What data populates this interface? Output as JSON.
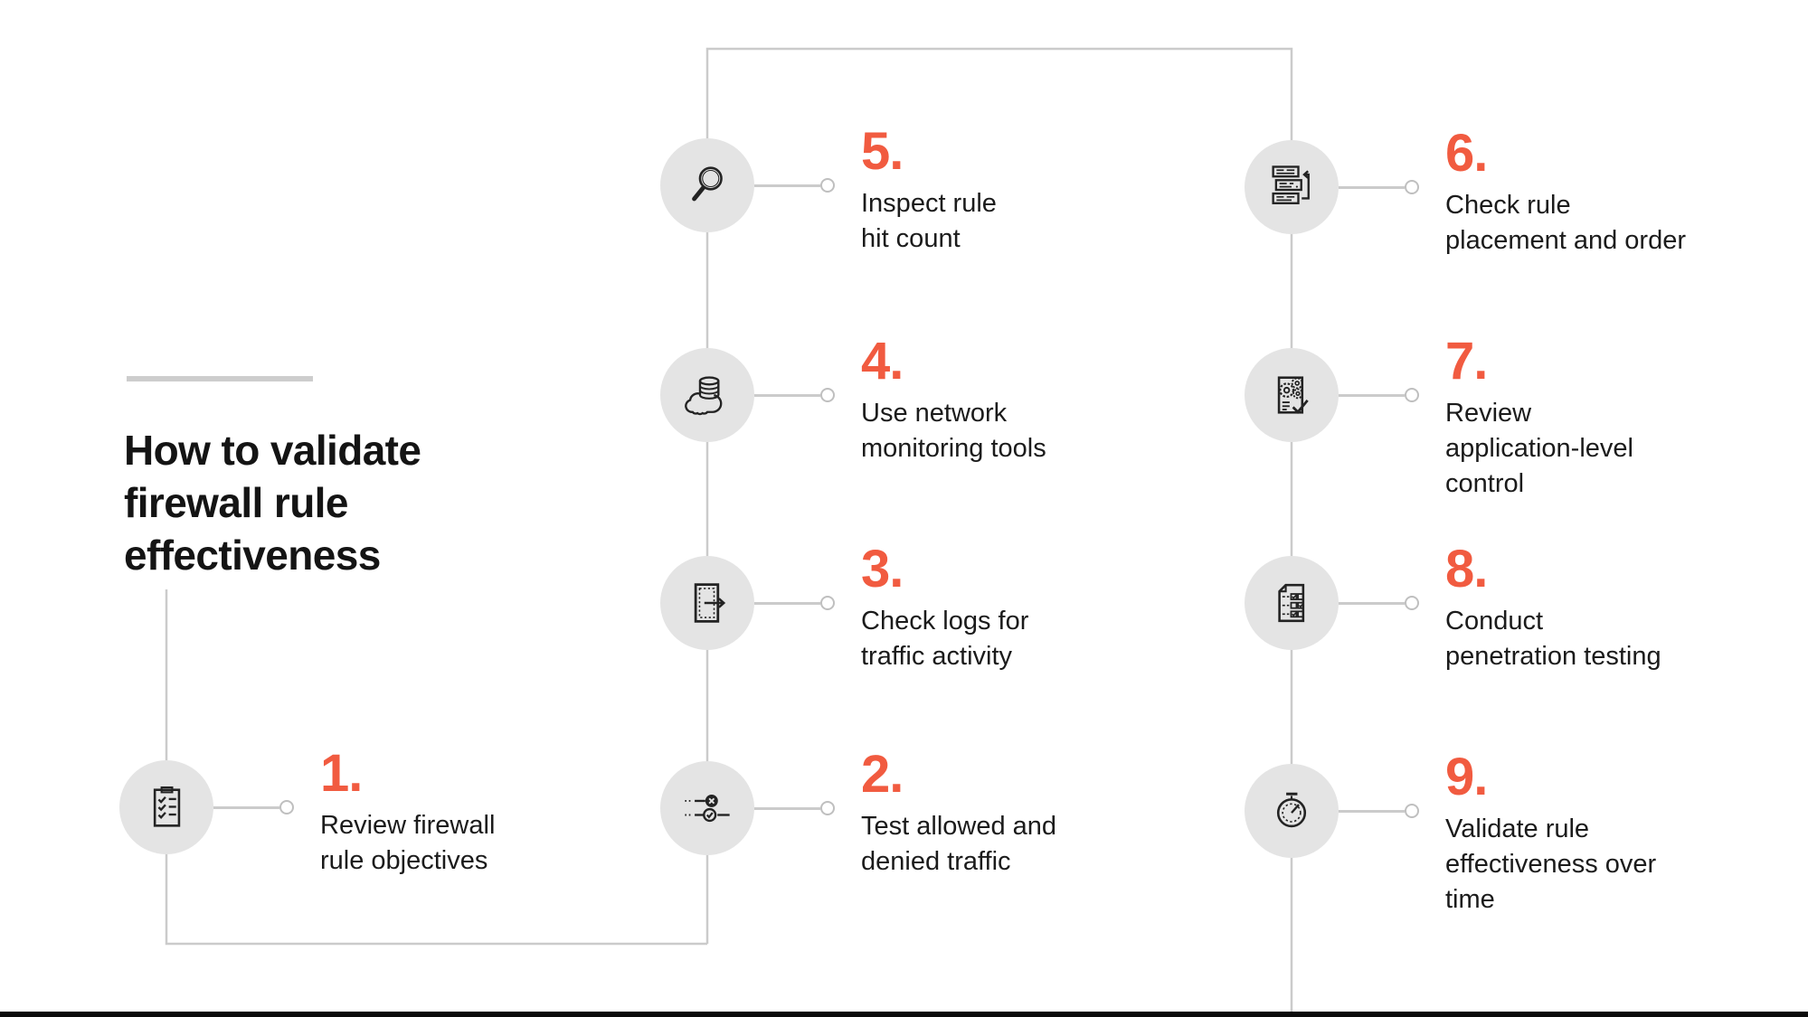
{
  "page": {
    "title": "How to validate\nfirewall rule\neffectiveness"
  },
  "colors": {
    "accent": "#f15b40",
    "circle_bg": "#e4e4e4",
    "connector": "#cbcbcb",
    "text": "#1b1b1b",
    "footer_bar": "#0b0b0b"
  },
  "steps": [
    {
      "number": "1.",
      "text": "Review firewall\nrule objectives",
      "icon": "clipboard-checklist"
    },
    {
      "number": "2.",
      "text": "Test allowed and\ndenied traffic",
      "icon": "traffic-allow-deny"
    },
    {
      "number": "3.",
      "text": "Check logs for\ntraffic activity",
      "icon": "log-export"
    },
    {
      "number": "4.",
      "text": "Use network\nmonitoring tools",
      "icon": "cloud-database"
    },
    {
      "number": "5.",
      "text": "Inspect rule\nhit count",
      "icon": "magnifier"
    },
    {
      "number": "6.",
      "text": "Check rule\nplacement and order",
      "icon": "rule-order"
    },
    {
      "number": "7.",
      "text": "Review\napplication-level\ncontrol",
      "icon": "application-control"
    },
    {
      "number": "8.",
      "text": "Conduct\npenetration testing",
      "icon": "penetration-test"
    },
    {
      "number": "9.",
      "text": "Validate rule\neffectiveness over\ntime",
      "icon": "stopwatch"
    }
  ]
}
